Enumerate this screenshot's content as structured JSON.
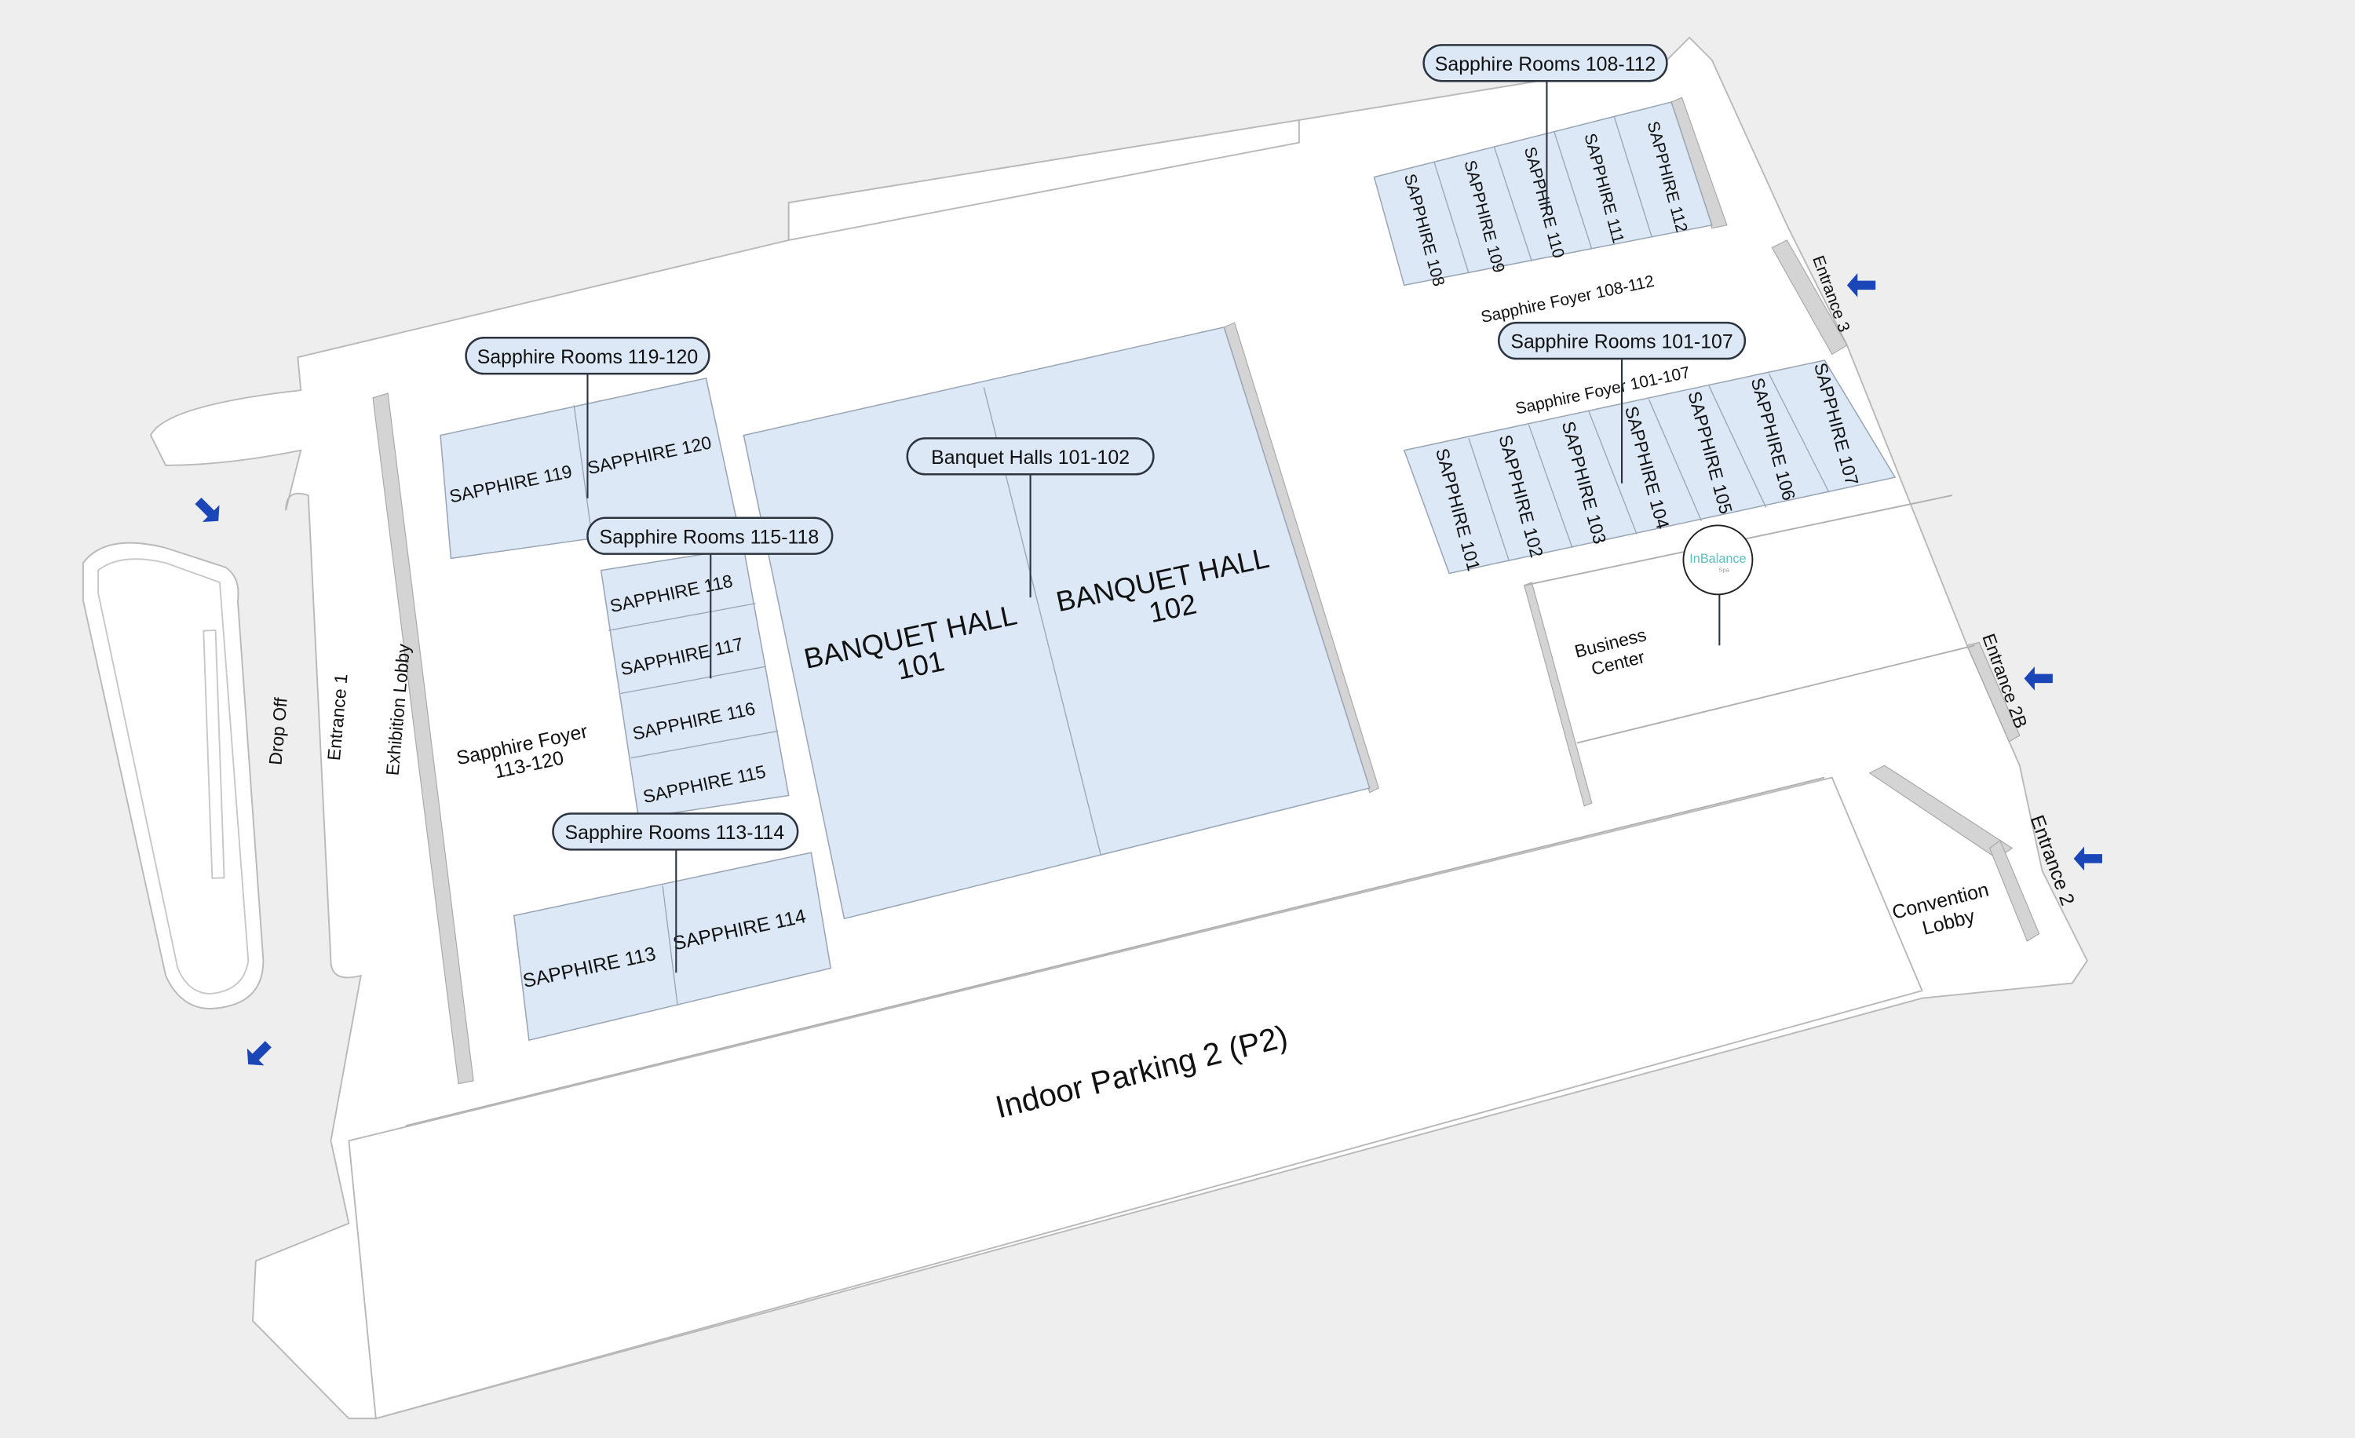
{
  "map": {
    "callouts": {
      "sapphire_108_112": "Sapphire Rooms 108-112",
      "sapphire_119_120": "Sapphire Rooms 119-120",
      "sapphire_101_107": "Sapphire Rooms 101-107",
      "banquet_halls": "Banquet Halls 101-102",
      "sapphire_115_118": "Sapphire Rooms 115-118",
      "sapphire_113_114": "Sapphire Rooms 113-114"
    },
    "rooms": {
      "s101": "SAPPHIRE 101",
      "s102": "SAPPHIRE 102",
      "s103": "SAPPHIRE 103",
      "s104": "SAPPHIRE 104",
      "s105": "SAPPHIRE 105",
      "s106": "SAPPHIRE 106",
      "s107": "SAPPHIRE 107",
      "s108": "SAPPHIRE 108",
      "s109": "SAPPHIRE 109",
      "s110": "SAPPHIRE 110",
      "s111": "SAPPHIRE 111",
      "s112": "SAPPHIRE 112",
      "s113": "SAPPHIRE 113",
      "s114": "SAPPHIRE 114",
      "s115": "SAPPHIRE 115",
      "s116": "SAPPHIRE 116",
      "s117": "SAPPHIRE 117",
      "s118": "SAPPHIRE 118",
      "s119": "SAPPHIRE 119",
      "s120": "SAPPHIRE 120",
      "bh101_line1": "BANQUET HALL",
      "bh101_line2": "101",
      "bh102_line1": "BANQUET HALL",
      "bh102_line2": "102"
    },
    "areas": {
      "foyer_108_112": "Sapphire Foyer 108-112",
      "foyer_101_107": "Sapphire Foyer 101-107",
      "foyer_113_120_line1": "Sapphire Foyer",
      "foyer_113_120_line2": "113-120",
      "business_line1": "Business",
      "business_line2": "Center",
      "convention_line1": "Convention",
      "convention_line2": "Lobby",
      "exhibition_lobby": "Exhibition Lobby",
      "entrance_1": "Entrance 1",
      "entrance_2": "Entrance 2",
      "entrance_2b": "Entrance 2B",
      "entrance_3": "Entrance 3",
      "drop_off": "Drop Off",
      "parking": "Indoor Parking 2 (P2)"
    },
    "spa_logo": {
      "name": "InBalance",
      "sub": "Spa",
      "color": "#5bbfc4"
    },
    "colors": {
      "room": "#dce8f5",
      "arrow": "#1a46b8",
      "background": "#eeeeee"
    }
  }
}
